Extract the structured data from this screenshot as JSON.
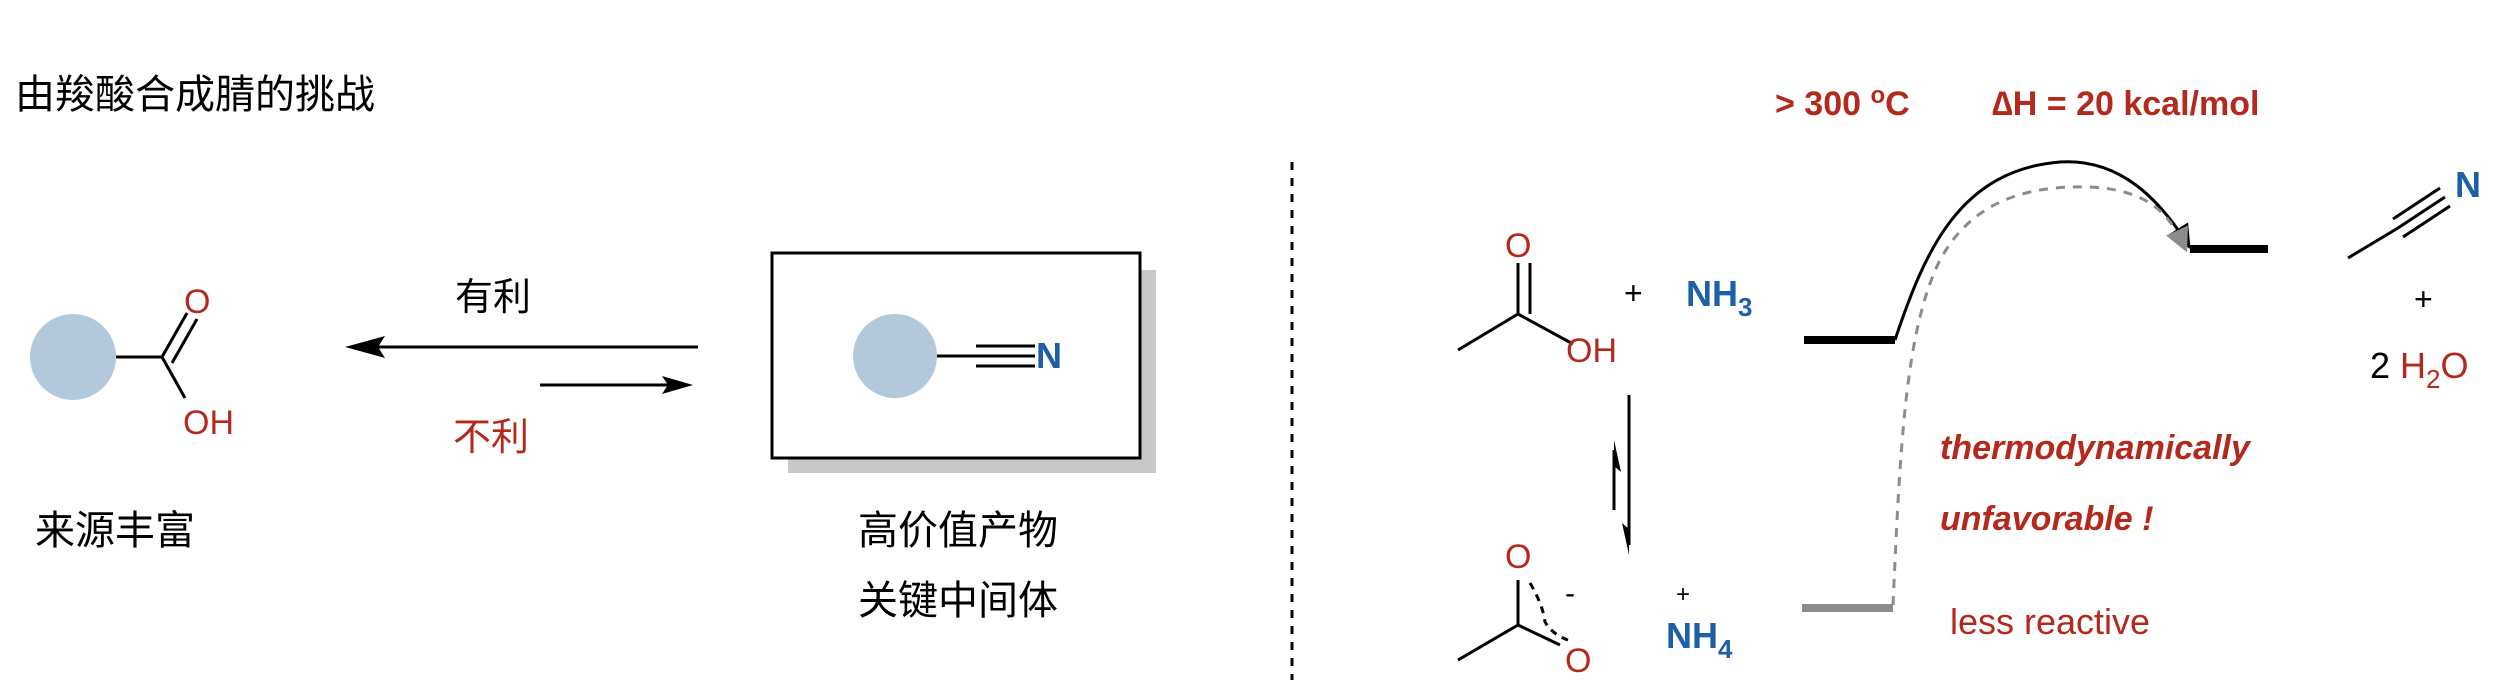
{
  "title": "由羧酸合成腈的挑战",
  "colors": {
    "red": "#b5291c",
    "blue": "#1d5fa8",
    "circle": "#b4c8dc",
    "shadow": "#c8c8c8",
    "gray": "#8c8c8c"
  },
  "left": {
    "acid": {
      "o": "O",
      "oh": "OH",
      "caption": "来源丰富"
    },
    "arrows": {
      "favorable": "有利",
      "unfavorable": "不利"
    },
    "nitrile": {
      "n": "N",
      "caption1": "高价值产物",
      "caption2": "关键中间体"
    }
  },
  "right": {
    "acetic_acid": {
      "o": "O",
      "oh": "OH"
    },
    "plus1": "+",
    "nh3": {
      "base": "NH",
      "sub": "3"
    },
    "acetate": {
      "o1": "O",
      "o2": "O",
      "charge": "-"
    },
    "ammonium": {
      "charge": "+",
      "base": "NH",
      "sub": "4"
    },
    "conditions": {
      "temp": "> 300 ",
      "temp_sup": "o",
      "temp_unit": "C",
      "enthalpy": "∆H = 20 kcal/mol"
    },
    "thermo1": "thermodynamically",
    "thermo2": "unfavorable !",
    "less_reactive": "less reactive",
    "product": {
      "n": "N",
      "plus": "+",
      "water_coef": "2 ",
      "water_h": "H",
      "water_sub": "2",
      "water_o": "O"
    }
  }
}
